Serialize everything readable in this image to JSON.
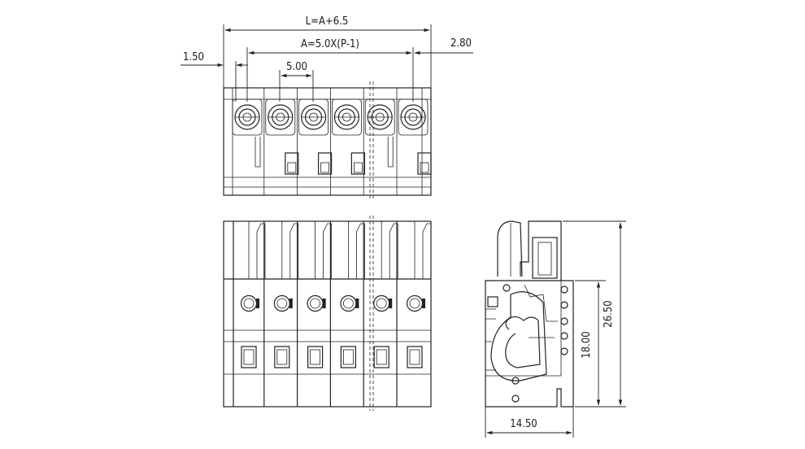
{
  "drawing": {
    "top_view": {
      "dim_total": "L=A+6.5",
      "dim_span": "A=5.0X(P-1)",
      "dim_pitch": "5.00",
      "dim_left": "1.50",
      "dim_right": "2.80",
      "poles": 6
    },
    "front_view": {
      "poles": 6
    },
    "side_view": {
      "dim_height_total": "26.50",
      "dim_height_inner": "18.00",
      "dim_width": "14.50"
    }
  }
}
